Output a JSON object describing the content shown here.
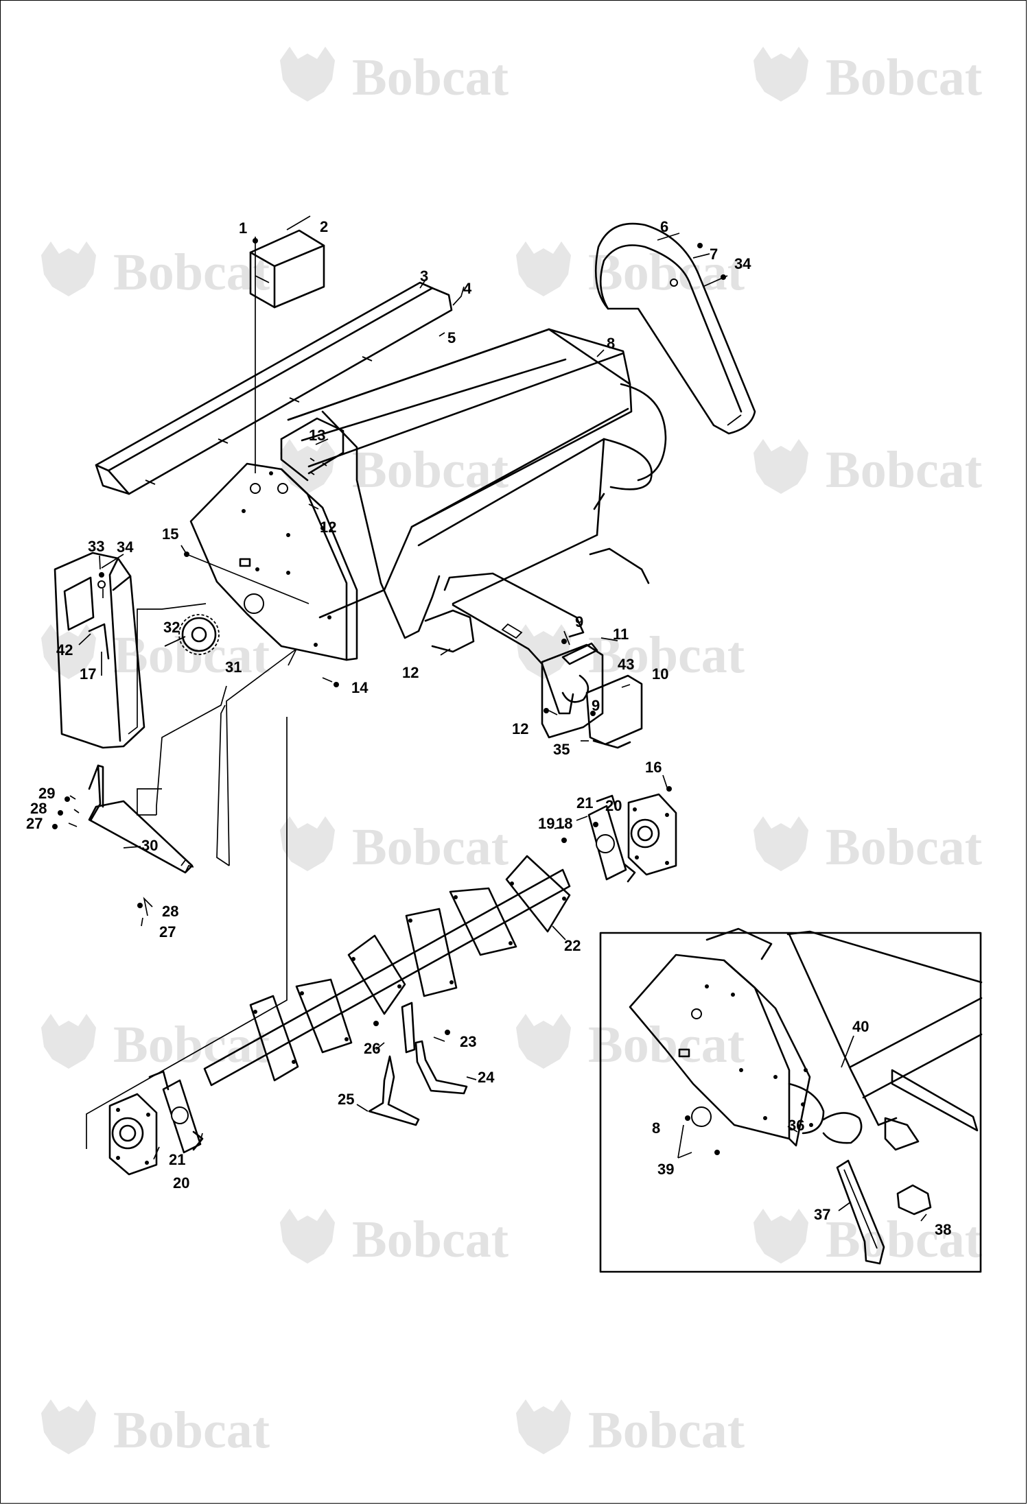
{
  "watermark": {
    "brand": "Bobcat",
    "mark": "®",
    "icon": "bobcat-head-logo"
  },
  "callouts": {
    "c1": "1",
    "c2": "2",
    "c3": "3",
    "c4": "4",
    "c5": "5",
    "c6": "6",
    "c7": "7",
    "c8": "8",
    "c9": "9",
    "c10": "10",
    "c11": "11",
    "c12": "12",
    "c13": "13",
    "c14": "14",
    "c15": "15",
    "c16": "16",
    "c17": "17",
    "c18": "18",
    "c19": "19",
    "c20": "20",
    "c21": "21",
    "c22": "22",
    "c23": "23",
    "c24": "24",
    "c25": "25",
    "c26": "26",
    "c27": "27",
    "c28": "28",
    "c29": "29",
    "c30": "30",
    "c31": "31",
    "c32": "32",
    "c33": "33",
    "c34": "34",
    "c35": "35",
    "c36": "36",
    "c37": "37",
    "c38": "38",
    "c39": "39",
    "c40": "40",
    "c42": "42",
    "c43": "43"
  }
}
